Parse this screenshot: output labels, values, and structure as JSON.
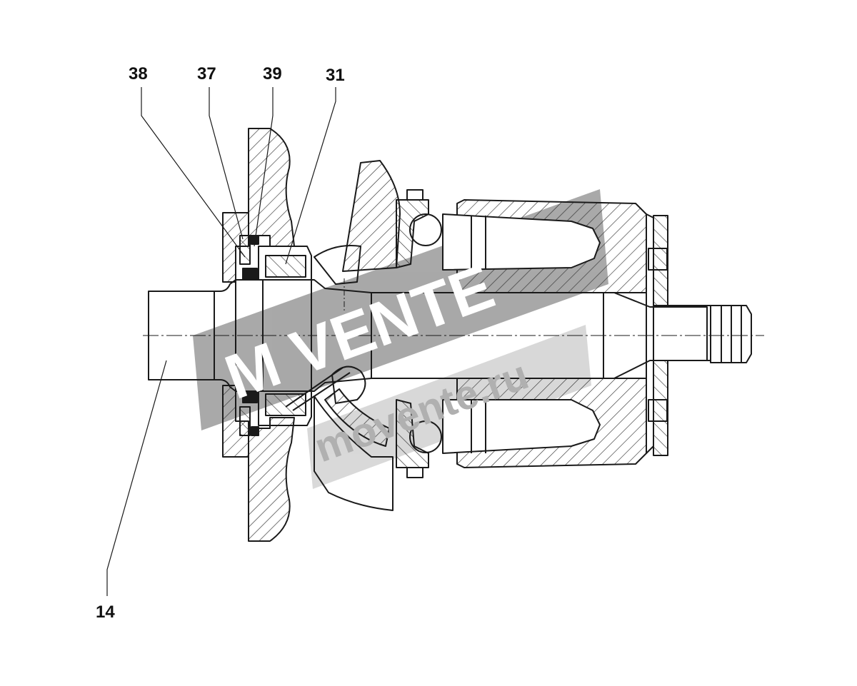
{
  "callouts": [
    {
      "id": "38",
      "label": "38"
    },
    {
      "id": "37",
      "label": "37"
    },
    {
      "id": "39",
      "label": "39"
    },
    {
      "id": "31",
      "label": "31"
    },
    {
      "id": "14",
      "label": "14"
    }
  ],
  "watermark": {
    "brand": "M VENTE",
    "domain": "movente.ru",
    "color": "#8a8a8a"
  },
  "colors": {
    "line": "#1a1a1a",
    "hatch": "#333333",
    "background": "#ffffff"
  }
}
